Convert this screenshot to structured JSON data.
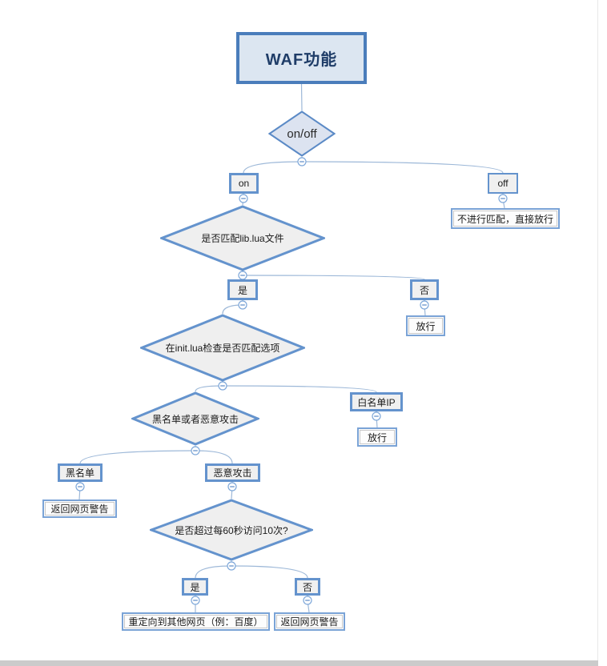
{
  "nodes": {
    "root": {
      "label": "WAF功能"
    },
    "onoff": {
      "label": "on/off"
    },
    "on": {
      "label": "on"
    },
    "off": {
      "label": "off"
    },
    "off_result": {
      "label": "不进行匹配，直接放行"
    },
    "match_lib": {
      "label": "是否匹配lib.lua文件"
    },
    "match_yes": {
      "label": "是"
    },
    "match_no": {
      "label": "否"
    },
    "match_no_result": {
      "label": "放行"
    },
    "check_init": {
      "label": "在init.lua检查是否匹配选项"
    },
    "black_or_attack": {
      "label": "黑名单或者恶意攻击"
    },
    "whitelist_ip": {
      "label": "白名单IP"
    },
    "whitelist_result": {
      "label": "放行"
    },
    "blacklist": {
      "label": "黑名单"
    },
    "attack": {
      "label": "恶意攻击"
    },
    "blacklist_result": {
      "label": "返回网页警告"
    },
    "rate_limit": {
      "label": "是否超过每60秒访问10次?"
    },
    "rate_yes": {
      "label": "是"
    },
    "rate_no": {
      "label": "否"
    },
    "rate_yes_result": {
      "label": "重定向到其他网页（例：百度）"
    },
    "rate_no_result": {
      "label": "返回网页警告"
    }
  },
  "colors": {
    "node_border": "#6493cd",
    "root_border": "#4a7dbb",
    "root_fill": "#dce6f1",
    "root_text": "#1f3d68",
    "diamond_fill": "#efefef",
    "small_diamond_fill": "#dce3f0",
    "small_diamond_border": "#5b8ac6",
    "box_fill": "#f0f0f0",
    "leaf_fill": "#fdfdfd",
    "connector": "#9db8d8",
    "collapse_stroke": "#7da7d9",
    "bottom_bar": "#cbcbcb"
  }
}
